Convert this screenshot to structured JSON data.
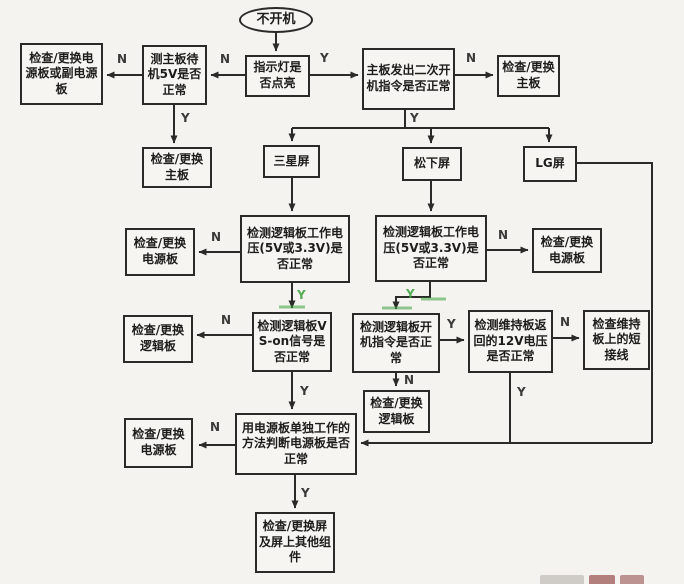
{
  "diagram_title": "LCD TV no-power troubleshooting flowchart",
  "colors": {
    "line": "#2b2a28",
    "green_mark": "#3aa03c",
    "background": "#f5f3f0",
    "box_fill": "#f7f5f2",
    "label": "#3a3a38",
    "watermark": "#7a1f1f"
  },
  "nodes": {
    "start": "不开机",
    "indicator_lit": "指示灯是否点亮",
    "standby_5v": "测主板待机5V是否正常",
    "check_replace_power_or_sub": "检查/更换电源板或副电源板",
    "check_replace_main_left": "检查/更换主板",
    "second_power_cmd": "主板发出二次开机指令是否正常",
    "check_replace_main_right": "检查/更换主板",
    "samsung_screen": "三星屏",
    "panasonic_screen": "松下屏",
    "lg_screen": "LG屏",
    "logic_voltage_samsung": "检测逻辑板工作电压(5V或3.3V)是否正常",
    "check_replace_power_samsung": "检查/更换电源板",
    "logic_voltage_pana": "检测逻辑板工作电压(5V或3.3V)是否正常",
    "check_replace_power_pana": "检查/更换电源板",
    "vs_on_signal": "检测逻辑板VS-on信号是否正常",
    "check_replace_logic_left": "检查/更换逻辑板",
    "power_on_cmd": "检测逻辑板开机指令是否正常",
    "sustain_12v": "检测维持板返回的12V电压是否正常",
    "check_short_wire": "检查维持板上的短接线",
    "check_replace_logic_mid": "检查/更换逻辑板",
    "psu_standalone_test": "用电源板单独工作的方法判断电源板是否正常",
    "check_replace_power_bottom": "检查/更换电源板",
    "check_replace_screen": "检查/更换屏及屏上其他组件"
  },
  "edge_labels": {
    "indicator_no": "N",
    "indicator_yes": "Y",
    "standby_no": "N",
    "standby_yes": "Y",
    "second_cmd_no": "N",
    "second_cmd_yes": "Y",
    "logic_v_samsung_no": "N",
    "logic_v_samsung_yes": "Y",
    "logic_v_pana_no": "N",
    "logic_v_pana_yes": "Y",
    "vs_on_no": "N",
    "vs_on_yes": "Y",
    "power_cmd_yes": "Y",
    "power_cmd_no": "N",
    "sustain_no": "N",
    "sustain_yes": "Y",
    "standalone_no": "N",
    "standalone_yes": "Y"
  }
}
